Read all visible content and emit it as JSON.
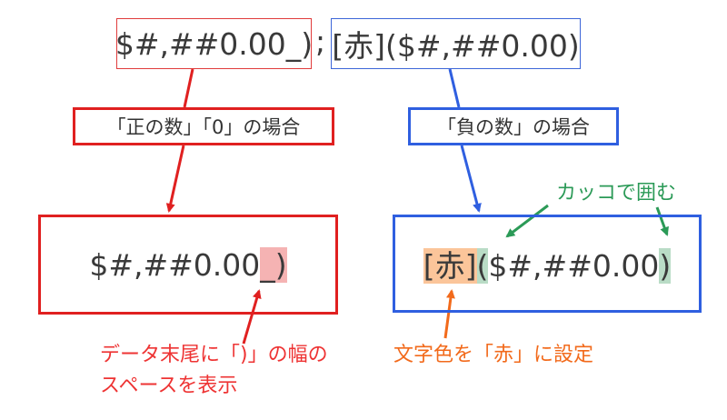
{
  "top": {
    "positive_format": "$#,##0.00_)",
    "separator": ";",
    "negative_format": "[赤]($#,##0.00)"
  },
  "left": {
    "label": "「正の数」「0」の場合",
    "example_main": "$#,##0.00",
    "example_highlight": "_)",
    "note_line1": "データ末尾に「)」の幅の",
    "note_line2": "スペースを表示"
  },
  "right": {
    "label": "「負の数」の場合",
    "example_color": "[赤]",
    "example_open_paren": "(",
    "example_main": "$#,##0.00",
    "example_close_paren": ")",
    "note_paren": "カッコで囲む",
    "note_color": "文字色を「赤」に設定"
  },
  "colors": {
    "red": "#e02020",
    "blue": "#2f5fe0",
    "orange": "#f26a1b",
    "green": "#2b9a57"
  }
}
